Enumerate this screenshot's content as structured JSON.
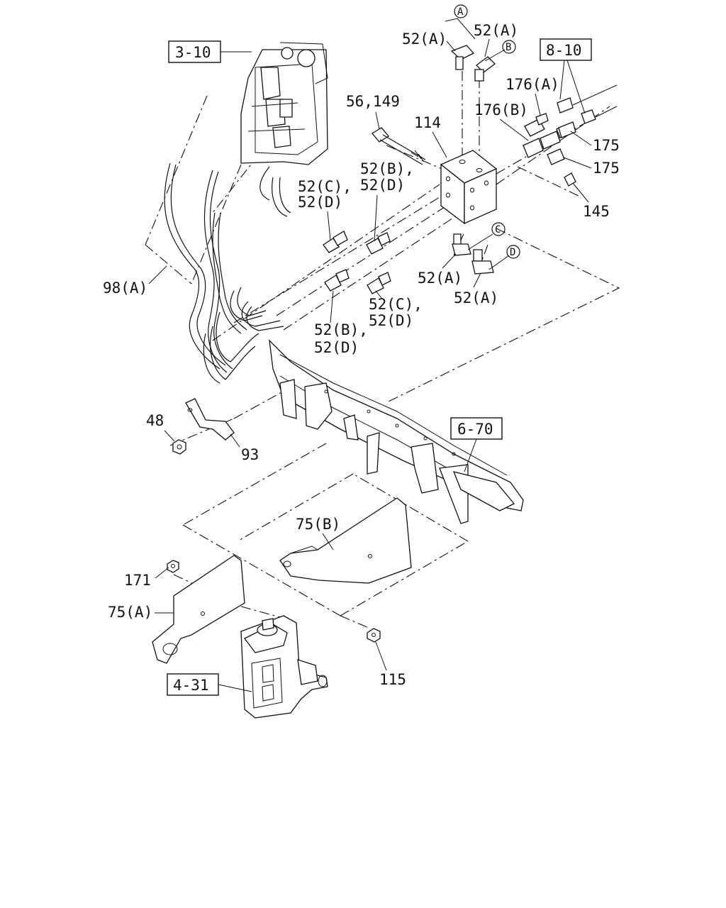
{
  "diagram": {
    "refs": {
      "r_3_10": "3-10",
      "r_8_10": "8-10",
      "r_6_70": "6-70",
      "r_4_31": "4-31"
    },
    "labels": {
      "l_52A_top1": "52(A)",
      "l_52A_top2": "52(A)",
      "l_56_149": "56,149",
      "l_114": "114",
      "l_176A": "176(A)",
      "l_176B": "176(B)",
      "l_175a": "175",
      "l_175b": "175",
      "l_145": "145",
      "l_52BC_1": "52(B),",
      "l_52BC_2": "52(D)",
      "l_52CD_1": "52(C),",
      "l_52CD_2": "52(D)",
      "l_98A": "98(A)",
      "l_52A_mid1": "52(A)",
      "l_52A_mid2": "52(A)",
      "l_52CD_b1": "52(C),",
      "l_52CD_b2": "52(D)",
      "l_52BD_b1": "52(B),",
      "l_52BD_b2": "52(D)",
      "l_48": "48",
      "l_93": "93",
      "l_75B": "75(B)",
      "l_171": "171",
      "l_75A": "75(A)",
      "l_115": "115"
    },
    "circles": {
      "c_A": "A",
      "c_B": "B",
      "c_C": "C",
      "c_D": "D"
    }
  }
}
